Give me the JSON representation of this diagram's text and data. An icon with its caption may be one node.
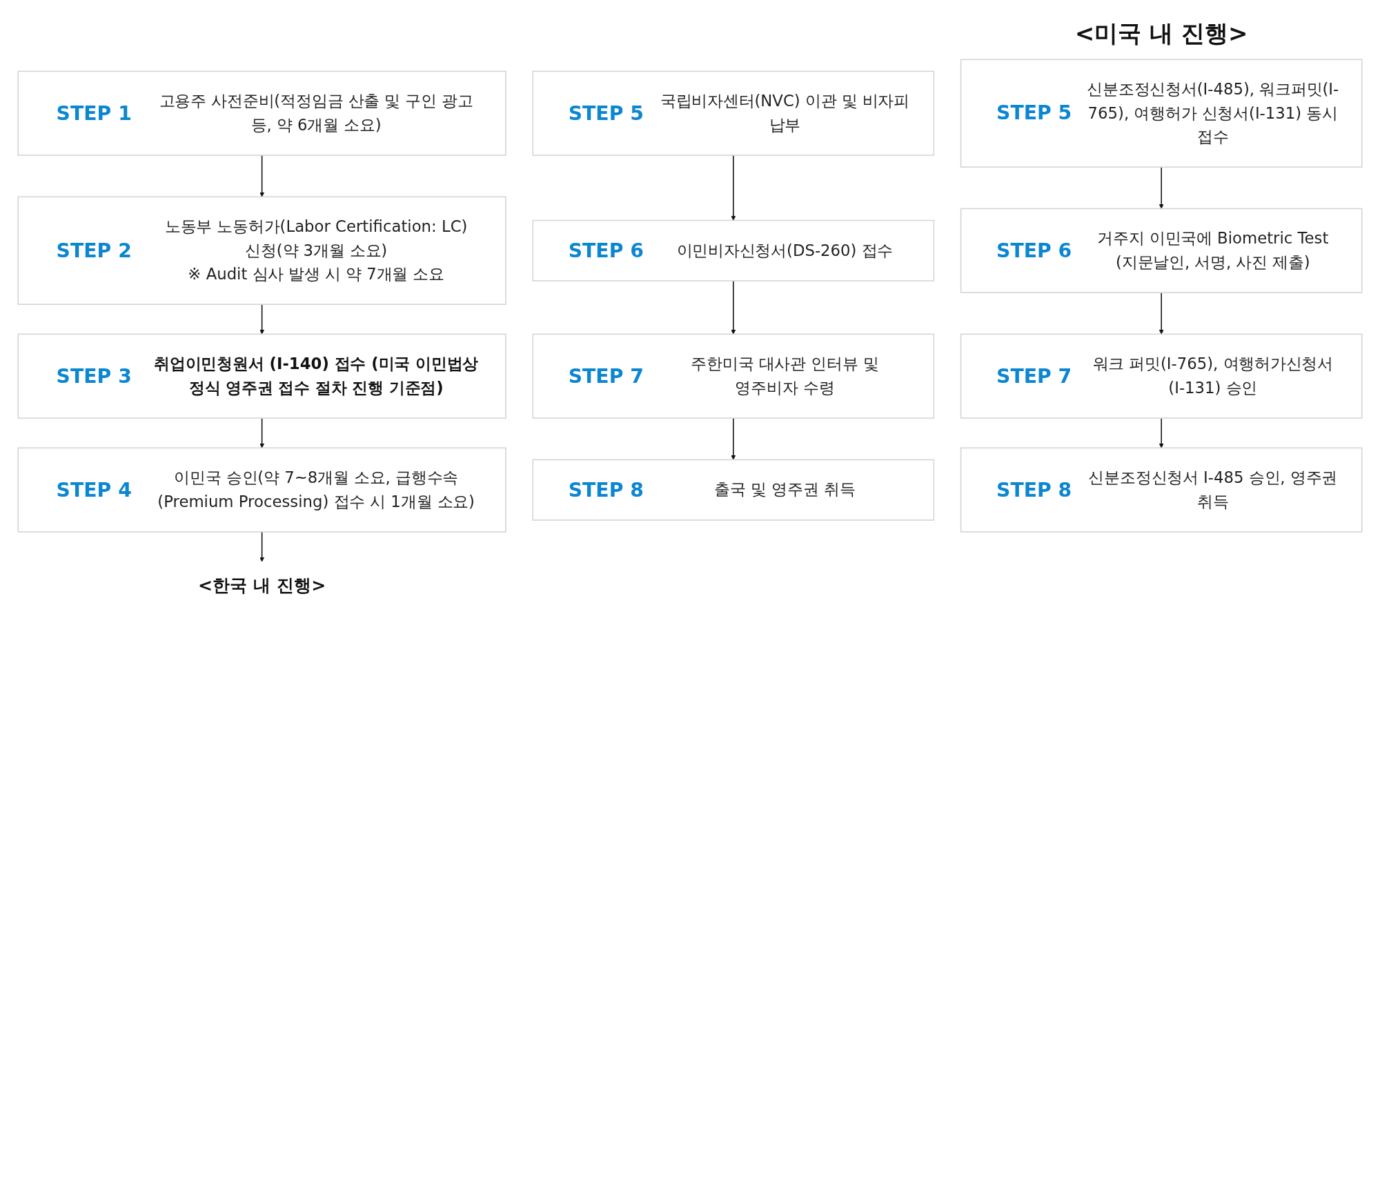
{
  "diagram": {
    "nodes": [
      {
        "text": [
          "STEP 1",
          "고용주 사전준비(적정임금 산출 및 구인 광고 등, 약 6개월 소요)"
        ]
      },
      {
        "text": [
          "STEP 2",
          "노동부 노동허가(Labor Certification: LC) 신청(약 3개월 소요)",
          "※ Audit 심사 발생 시 약 7개월 소요"
        ]
      },
      {
        "text": [
          "STEP 3",
          "취업이민청원서 (I-140) 접수 (미국 이민법상 정식 영주권 접수 절차 진행 기준점)"
        ]
      },
      {
        "text": [
          "STEP 4",
          "이민국 승인(약 7~8개월 소요, 급행수속(Premium Processing) 접수 시 1개월 소요)"
        ]
      },
      {
        "text": [
          "<한국 내 진행>"
        ]
      },
      {
        "text": [
          "STEP 5",
          "국립비자센터(NVC) 이관 및 비자피 납부"
        ]
      },
      {
        "text": [
          "STEP 6",
          "이민비자신청서(DS-260) 접수"
        ]
      },
      {
        "text": [
          "STEP 7",
          "주한미국 대사관 인터뷰 및 영주비자 수령"
        ]
      },
      {
        "text": [
          "STEP 8",
          "출국 및 영주권 취득"
        ]
      },
      {
        "text": [
          "STEP 5",
          "신분조정신청서(I-485), 워크퍼밋(I-765), 여행허가 신청서(I-131) 동시 접수"
        ]
      },
      {
        "text": [
          "STEP 6",
          "거주지 이민국에 Biometric Test (지문날인, 서명, 사진 제출)"
        ]
      },
      {
        "text": [
          "STEP 7",
          "워크 퍼밋(I-765), 여행허가신청서(I-131) 승인"
        ]
      },
      {
        "text": [
          "STEP 8",
          "신분조정신청서 I-485 승인, 영주권 취득"
        ]
      }
    ],
    "edges": [
      {
        "from": 0,
        "to": 1,
        "arrow": "to"
      },
      {
        "from": 1,
        "to": 2,
        "arrow": "to"
      },
      {
        "from": 2,
        "to": 3,
        "arrow": "to"
      },
      {
        "from": 3,
        "to": 4,
        "arrow": "to"
      },
      {
        "from": 5,
        "to": 6,
        "arrow": "to"
      },
      {
        "from": 6,
        "to": 7,
        "arrow": "to"
      },
      {
        "from": 7,
        "to": 8,
        "arrow": "to"
      },
      {
        "from": 9,
        "to": 10,
        "arrow": "to"
      },
      {
        "from": 10,
        "to": 11,
        "arrow": "to"
      },
      {
        "from": 11,
        "to": 12,
        "arrow": "to"
      }
    ],
    "labels": [
      "<미국 내 진행>"
    ]
  }
}
